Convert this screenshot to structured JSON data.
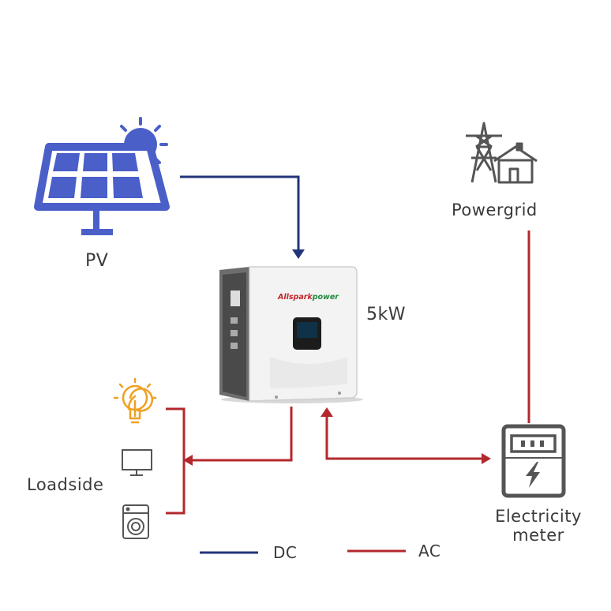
{
  "labels": {
    "pv": "PV",
    "powergrid": "Powergrid",
    "inverter_power": "5kW",
    "loadside": "Loadside",
    "meter_line1": "Electricity",
    "meter_line2": "meter"
  },
  "device": {
    "brand_part1": "Allspark",
    "brand_part2": "power"
  },
  "legend": {
    "dc": "DC",
    "ac": "AC"
  },
  "colors": {
    "dc": "#23357a",
    "ac": "#b3282d",
    "solar_panel": "#4a5fc8",
    "sun": "#4a5fc8",
    "bulb": "#f0a020",
    "icon_gray": "#555555"
  },
  "icons": [
    "solar-panel-icon",
    "sun-icon",
    "power-tower-icon",
    "house-icon",
    "inverter-device",
    "light-bulb-icon",
    "monitor-icon",
    "washing-machine-icon",
    "electricity-meter-icon",
    "lightning-icon"
  ]
}
